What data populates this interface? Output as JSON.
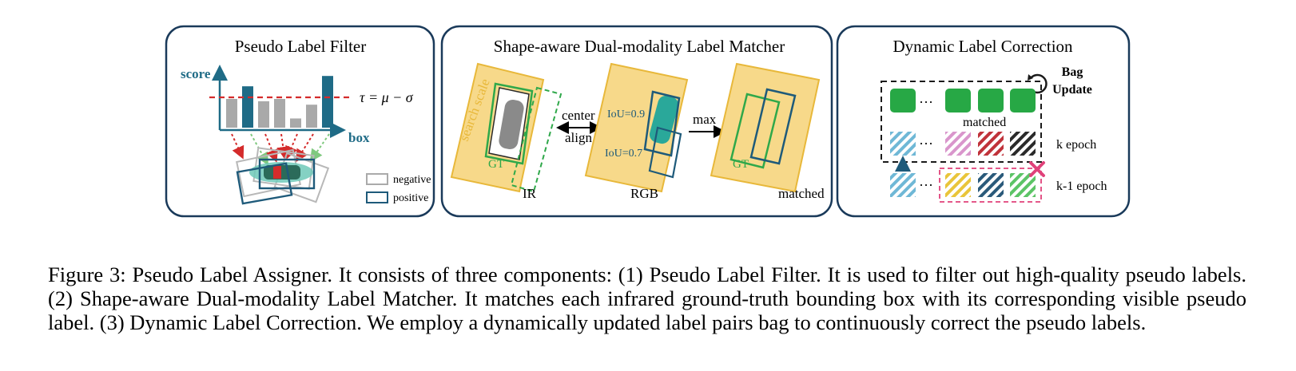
{
  "colors": {
    "navy": "#1a3a5a",
    "teal": "#1f6b86",
    "gray_bar": "#a9a9a9",
    "threshold": "#d42b2b",
    "yellow": "#f7d98a",
    "yellow_edge": "#e8b83a",
    "green": "#27a845",
    "gt_green": "#2fa84a",
    "blue_box": "#1e5a7a",
    "pink": "#e0427a"
  },
  "panels": {
    "filter": {
      "title": "Pseudo Label Filter",
      "y_axis": "score",
      "x_axis": "box",
      "threshold_label": "τ = μ − σ",
      "legend_negative": "negative",
      "legend_positive": "positive",
      "bar_scores": [
        0.5,
        0.72,
        0.46,
        0.5,
        0.16,
        0.4,
        0.9
      ],
      "bar_positive": [
        false,
        true,
        false,
        false,
        false,
        false,
        true
      ]
    },
    "matcher": {
      "title": "Shape-aware Dual-modality Label Matcher",
      "search_scale": "search scale",
      "gt_label": "GT",
      "ir_label": "IR",
      "center_label": "center",
      "align_label": "align",
      "iou_high": "IoU=0.9",
      "iou_low": "IoU=0.7",
      "rgb_label": "RGB",
      "max_label": "max",
      "gt_label_2": "GT",
      "matched_label": "matched"
    },
    "correction": {
      "title": "Dynamic Label Correction",
      "bag_label_line1": "Bag",
      "bag_label_line2": "Update",
      "ellipsis": "···",
      "matched_label": "matched",
      "k_epoch": "k epoch",
      "k1_epoch": "k-1 epoch",
      "row_k_colors": [
        "#6fb8d6",
        "#d996cc",
        "#c0323a",
        "#2a2a2a"
      ],
      "row_k1_colors": [
        "#6fb8d6",
        "#e9c53a",
        "#2a5a7a",
        "#5cc466"
      ]
    }
  },
  "caption": "Figure 3: Pseudo Label Assigner. It consists of three components: (1) Pseudo Label Filter. It is used to filter out high-quality pseudo labels. (2) Shape-aware Dual-modality Label Matcher. It matches each infrared ground-truth bounding box with its corresponding visible pseudo label. (3) Dynamic Label Correction. We employ a dynamically updated label pairs bag to continuously correct the pseudo labels."
}
